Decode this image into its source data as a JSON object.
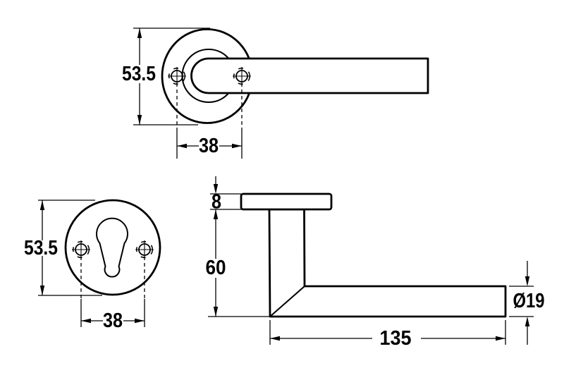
{
  "canvas": {
    "background": "#ffffff",
    "line_color": "#000000",
    "text_color": "#000000"
  },
  "views": {
    "lever_front": {
      "dim_height": "53.5",
      "dim_fixing_centres": "38"
    },
    "escutcheon_front": {
      "dim_height": "53.5",
      "dim_fixing_centres": "38"
    },
    "lever_side": {
      "dim_rose_thickness": "8",
      "dim_projection": "60",
      "dim_length": "135",
      "dim_diameter": "Ø19"
    }
  }
}
